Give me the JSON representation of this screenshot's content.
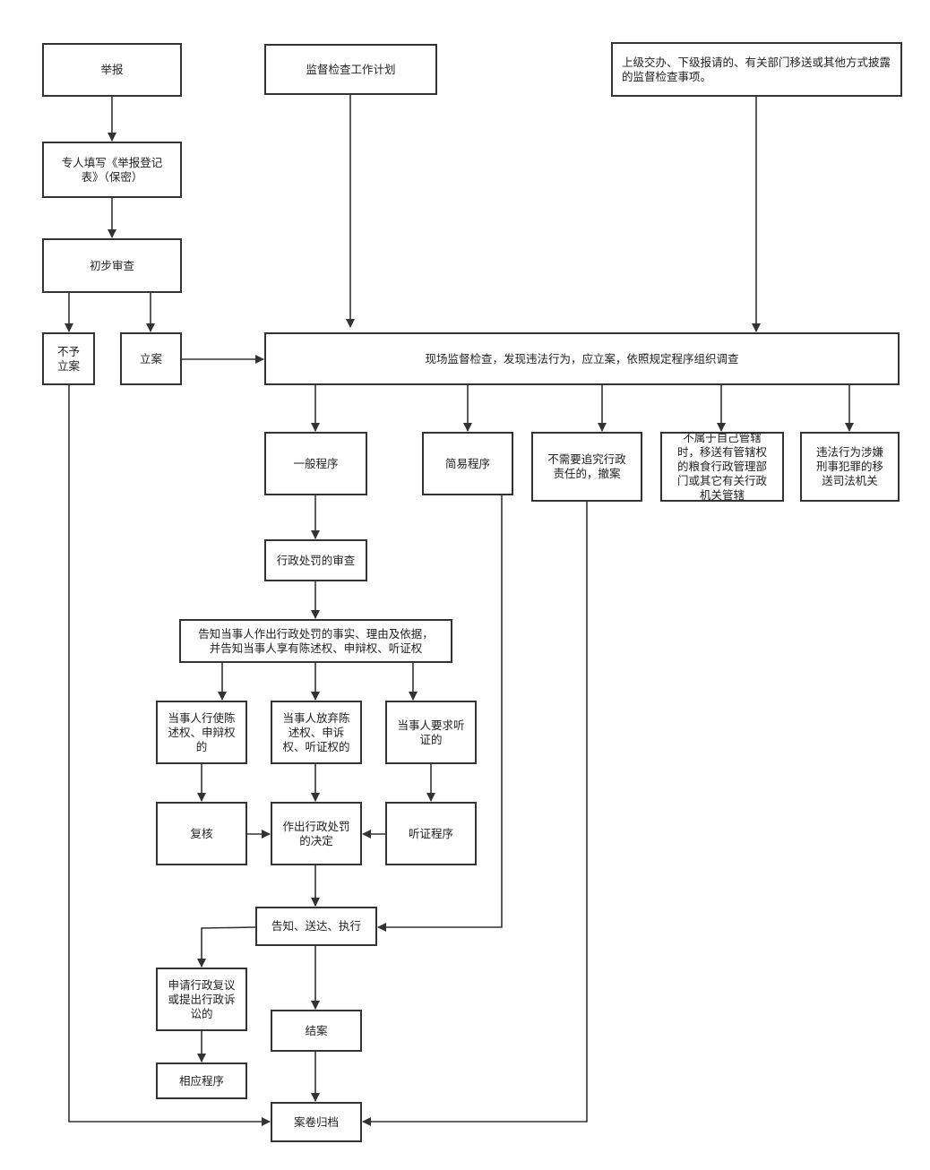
{
  "nodes": {
    "report": "举报",
    "plan": "监督检查工作计划",
    "superior": "上级交办、下级报请的、有关部门移送或其他方式披露的监督检查事项。",
    "fill_form": "专人填写《举报登记\n表》（保密）",
    "prelim_review": "初步审查",
    "no_case": "不予\n立案",
    "file_case": "立案",
    "onsite": "现场监督检查，发现违法行为，应立案，依照规定程序组织调查",
    "general_proc": "一般程序",
    "simple_proc": "简易程序",
    "no_liability": "不需要追究行政\n责任的，撤案",
    "not_jurisdiction": "不属于自己管辖\n时，移送有管辖权\n的粮食行政管理部\n门或其它有关行政\n机关管辖",
    "criminal": "违法行为涉嫌\n刑事犯罪的移\n送司法机关",
    "penalty_review": "行政处罚的审查",
    "notify_party": "告知当事人作出行政处罚的事实、理由及依据，\n并告知当事人享有陈述权、申辩权、听证权",
    "exercise_rights": "当事人行使陈\n述权、申辩权\n的",
    "waive_rights": "当事人放弃陈\n述权、申诉\n权、听证权的",
    "request_hearing": "当事人要求听\n证的",
    "recheck": "复核",
    "decision": "作出行政处罚\n的决定",
    "hearing_proc": "听证程序",
    "notify_deliver": "告知、送达、执行",
    "appeal": "申请行政复议\n或提出行政诉\n讼的",
    "close_case": "结案",
    "corresponding": "相应程序",
    "archive": "案卷归档"
  }
}
